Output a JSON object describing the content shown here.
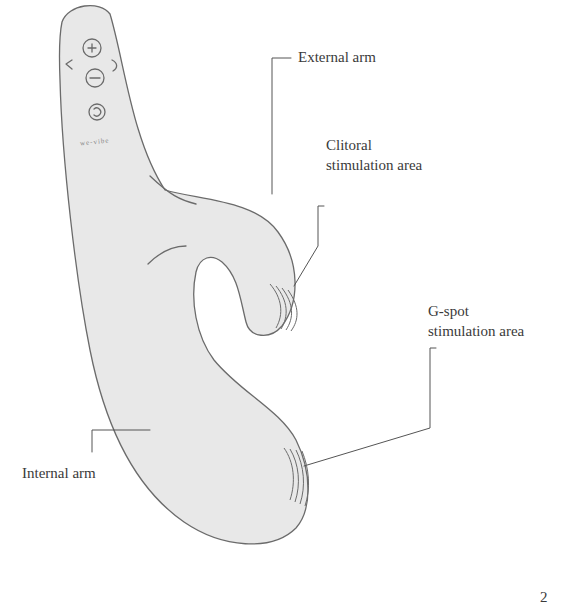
{
  "diagram": {
    "labels": [
      "External arm",
      "Clitoral stimulation area",
      "G-spot stimulation area",
      "Internal arm",
      "we-vibe",
      "2"
    ]
  }
}
